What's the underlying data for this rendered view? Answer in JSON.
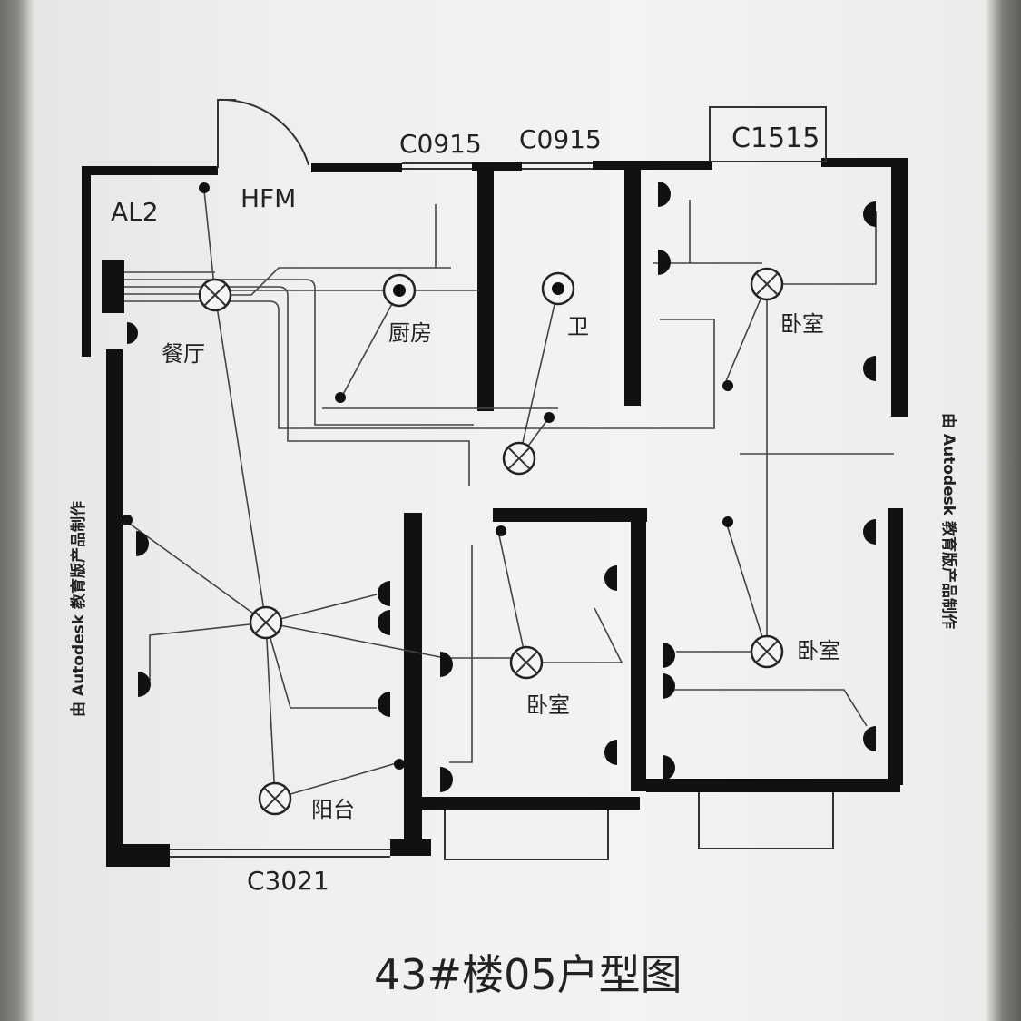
{
  "drawing": {
    "title": "43#楼05户型图",
    "watermark_left": "由 Autodesk 教育版产品制作",
    "watermark_right": "由 Autodesk 教育版产品制作",
    "windows": [
      "C0915",
      "C0915",
      "C1515",
      "C3021"
    ],
    "door": "HFM",
    "panel": "AL2",
    "rooms": {
      "dining": "餐厅",
      "kitchen": "厨房",
      "bath": "卫",
      "bedroom_ne": "卧室",
      "bedroom_mid": "卧室",
      "bedroom_se": "卧室",
      "balcony": "阳台"
    }
  }
}
